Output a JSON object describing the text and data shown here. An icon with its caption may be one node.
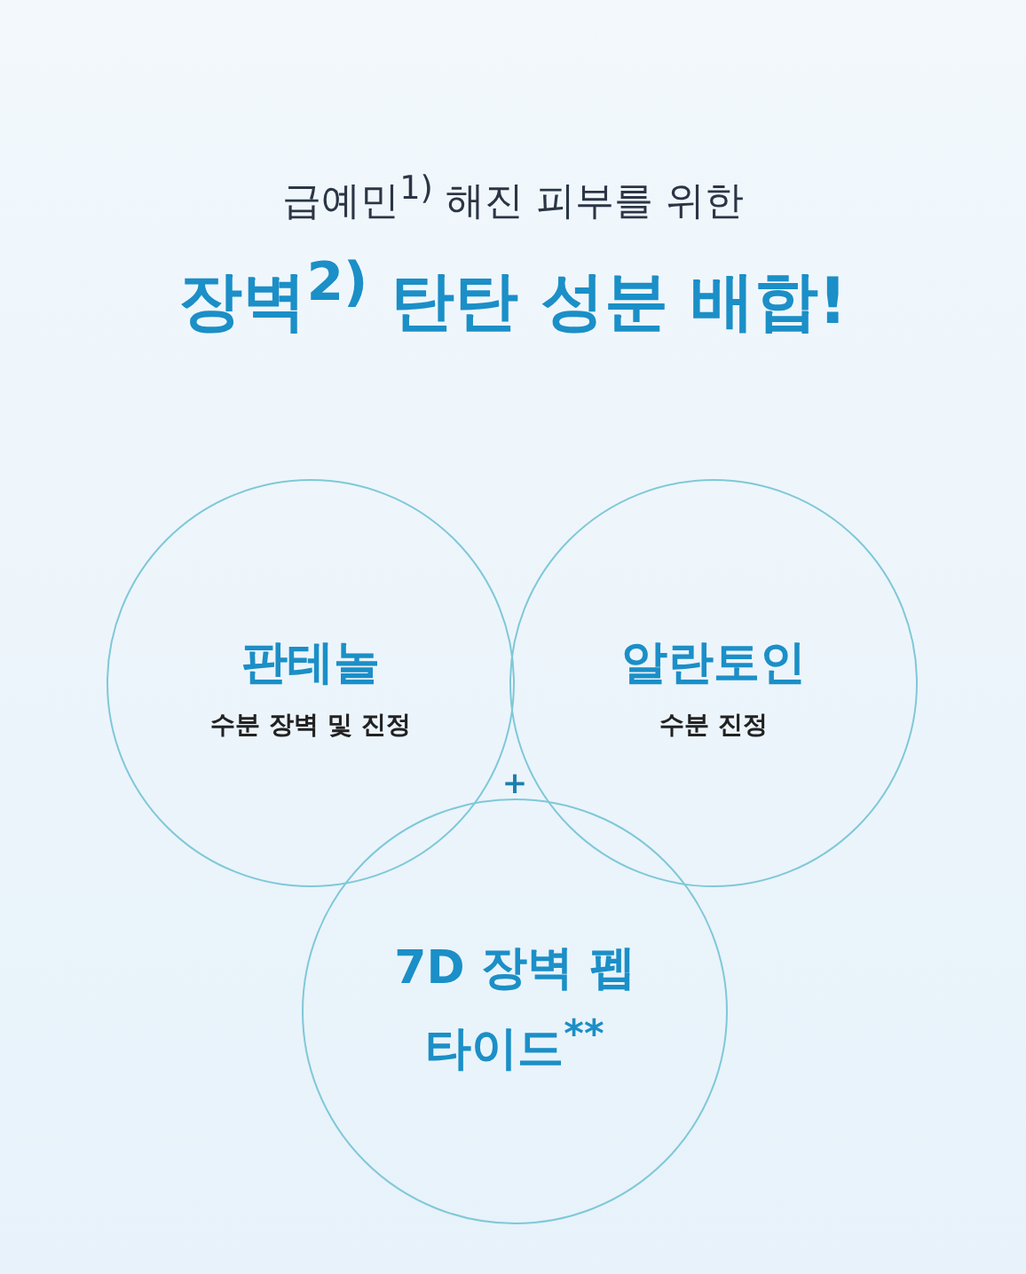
{
  "diagram": {
    "title": "장벽$^{2)}$ 탄탄 성분 배합!",
    "nodes": [
      {
        "text": [
          "판테놀",
          "수분 장벽 및 진정"
        ]
      },
      {
        "text": [
          "알란토인",
          "수분 진정"
        ]
      },
      {
        "text": [
          "7D 장벽 펩타이드$^{**}$"
        ]
      }
    ],
    "labels": [
      "급예민$^{1)}$ 해진 피부를 위한",
      "+"
    ]
  }
}
